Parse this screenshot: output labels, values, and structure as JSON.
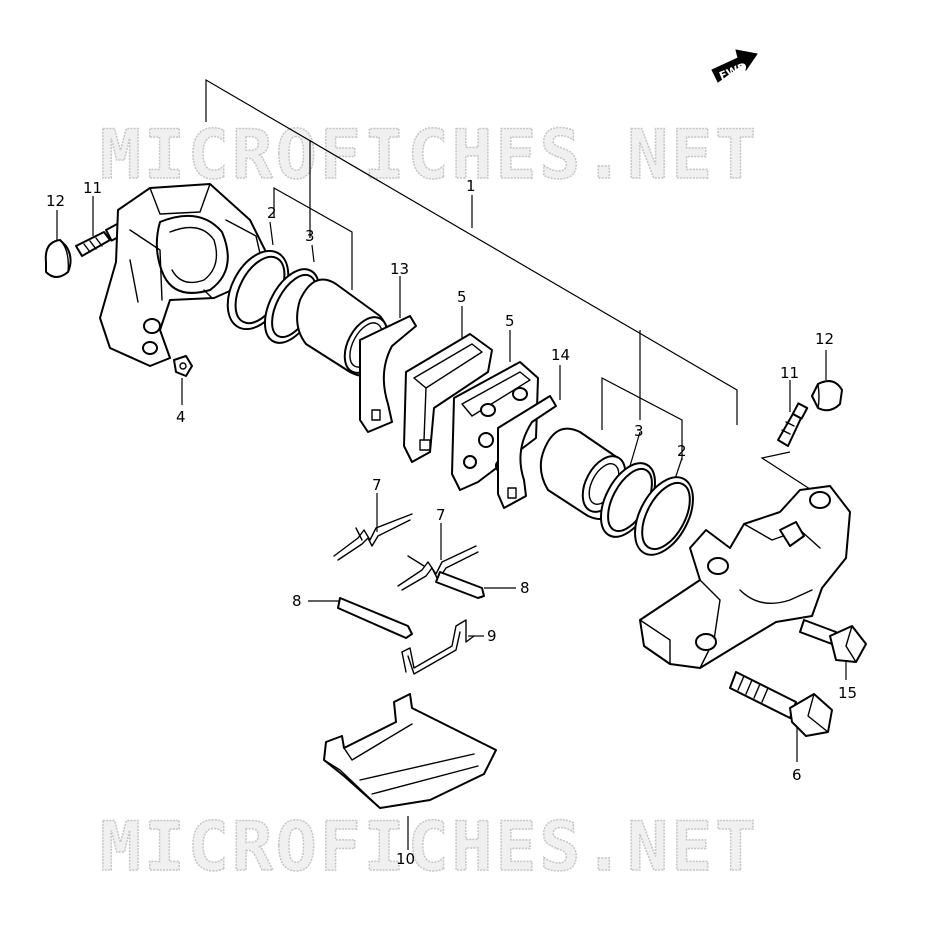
{
  "watermark_text": "MICROFICHES.NET",
  "fwd_label": "FWD",
  "part_numbers": {
    "p1": "1",
    "p2a": "2",
    "p2b": "2",
    "p3a": "3",
    "p3b": "3",
    "p4": "4",
    "p5a": "5",
    "p5b": "5",
    "p6": "6",
    "p7a": "7",
    "p7b": "7",
    "p8a": "8",
    "p8b": "8",
    "p9": "9",
    "p10": "10",
    "p11a": "11",
    "p11b": "11",
    "p12a": "12",
    "p12b": "12",
    "p13": "13",
    "p14": "14",
    "p15": "15"
  },
  "colors": {
    "line": "#000000",
    "background": "#ffffff",
    "watermark": "#c6c6c6"
  }
}
